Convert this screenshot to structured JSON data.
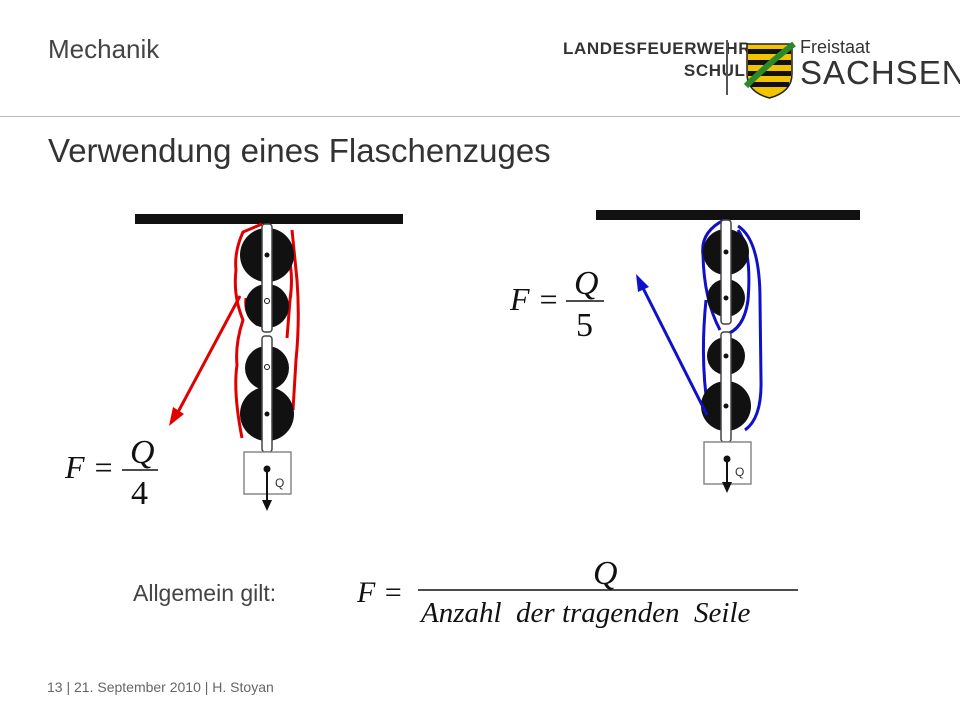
{
  "header": {
    "topic": "Mechanik",
    "org_line1": "LANDESFEUERWEHR-",
    "org_line2": "SCHULE",
    "brand_line1": "Freistaat",
    "brand_line2": "SACHSEN"
  },
  "slide": {
    "title": "Verwendung eines Flaschenzuges",
    "general_label": "Allgemein gilt:"
  },
  "formulas": {
    "left": {
      "lhs": "F =",
      "numerator": "Q",
      "denominator": "4"
    },
    "right": {
      "lhs": "F =",
      "numerator": "Q",
      "denominator": "5"
    },
    "general": {
      "lhs": "F =",
      "numerator": "Q",
      "denominator": "Anzahl  der tragenden  Seile"
    }
  },
  "load_labels": {
    "left": "Q",
    "right": "Q"
  },
  "footer": {
    "page": "13",
    "date": "21. September 2010",
    "author": "H. Stoyan",
    "sep": "|"
  },
  "colors": {
    "left_rope": "#e00000",
    "right_rope": "#1010c8",
    "crest_yellow": "#f2c400",
    "crest_green": "#2a8a2a"
  }
}
